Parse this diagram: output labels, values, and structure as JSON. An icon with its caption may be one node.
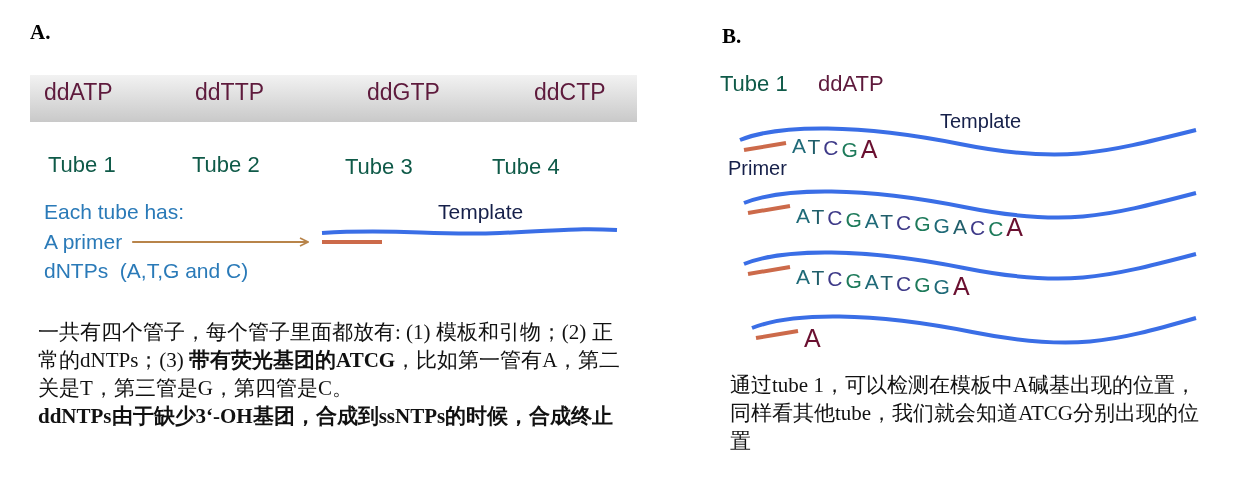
{
  "diagram": {
    "nodes": [
      {
        "text": [
          "ddATP",
          "ddTTP",
          "ddGTP",
          "ddCTP"
        ]
      },
      {
        "text": [
          "A primer"
        ]
      },
      {
        "text": [],
        "shape": "bar"
      }
    ],
    "edges": [
      {
        "from": 1,
        "to": 2,
        "arrow": "to",
        "color": "#b8844a"
      }
    ],
    "labels": [
      "A.",
      "Tube 1",
      "Tube 2",
      "Tube 3",
      "Tube 4",
      "Each tube has:",
      "dNTPs  (A,T,G and C)",
      "Template",
      "一共有四个管子，每个管子里面都放有: (1) 模板和引物；(2) 正常的dNTPs；(3) **带有荧光基团的ATCG**，比如第一管有A，第二关是T，第三管是G，第四管是C。",
      "ddNTPs由于缺少3‘-OH基团，合成到ssNTPs的时候，合成终止",
      "B.",
      "Tube 1",
      "ddATP",
      "Template",
      "Primer",
      "ATCGA",
      "ATCGATCGGACCA",
      "ATCGATCGGA",
      "A",
      "通过tube 1，可以检测在模板中A碱基出现的位置，同样看其他tube，我们就会知道ATCG分别出现的位置"
    ]
  }
}
